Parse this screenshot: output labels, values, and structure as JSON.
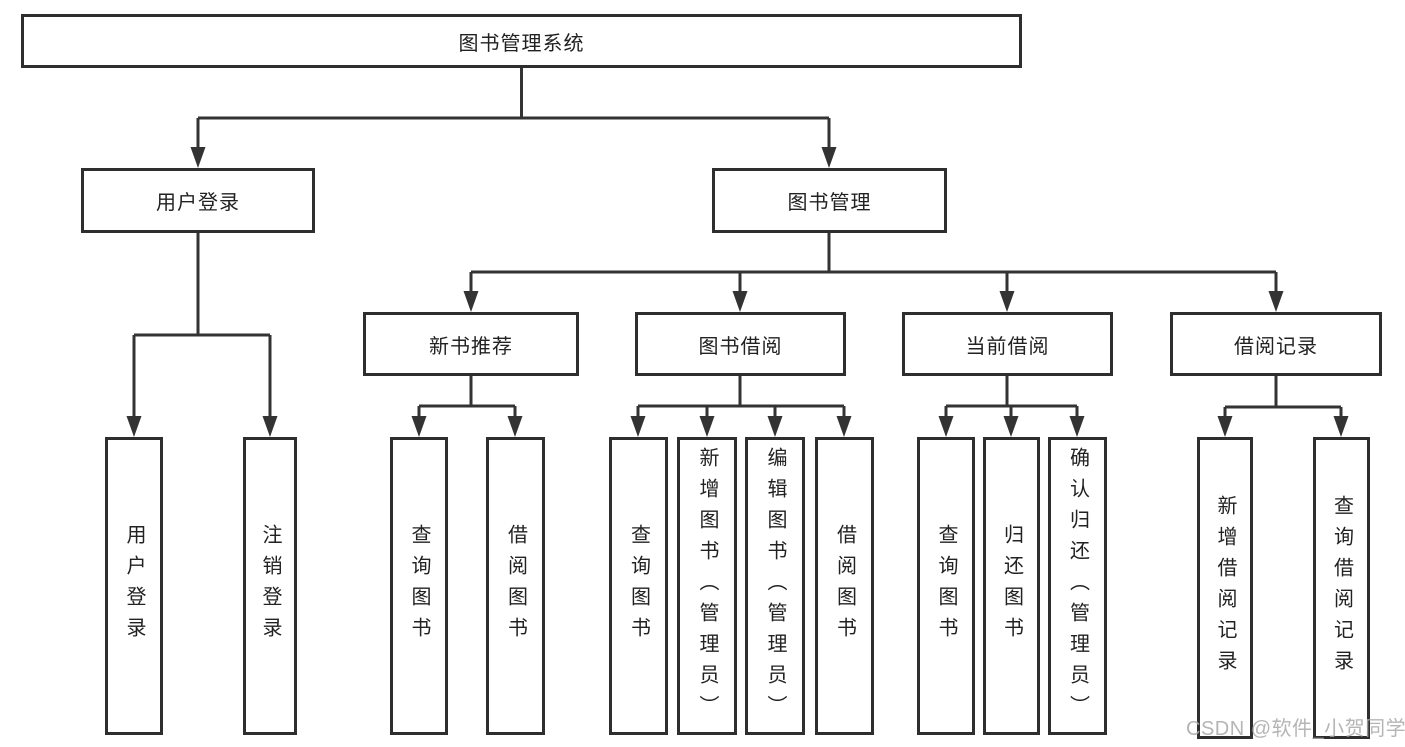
{
  "diagram": {
    "nodes": {
      "root": {
        "label": "图书管理系统"
      },
      "login": {
        "label": "用户登录"
      },
      "mgmt": {
        "label": "图书管理"
      },
      "recommend": {
        "label": "新书推荐"
      },
      "borrow": {
        "label": "图书借阅"
      },
      "current": {
        "label": "当前借阅"
      },
      "records": {
        "label": "借阅记录"
      }
    },
    "leaves": [
      {
        "label": "用户登录"
      },
      {
        "label": "注销登录"
      },
      {
        "label": "查询图书"
      },
      {
        "label": "借阅图书"
      },
      {
        "label": "查询图书"
      },
      {
        "label": "新增图书（管理员）"
      },
      {
        "label": "编辑图书（管理员）"
      },
      {
        "label": "借阅图书"
      },
      {
        "label": "查询图书"
      },
      {
        "label": "归还图书"
      },
      {
        "label": "确认归还（管理员）"
      },
      {
        "label": "新增借阅记录"
      },
      {
        "label": "查询借阅记录"
      }
    ],
    "watermark": "CSDN @软件_小贺同学",
    "colors": {
      "line": "#333333",
      "border": "#2e2e2e",
      "fill": "#ffffff",
      "text": "#222222",
      "watermark": "#a9a9a9",
      "background": "#ffffff"
    }
  }
}
